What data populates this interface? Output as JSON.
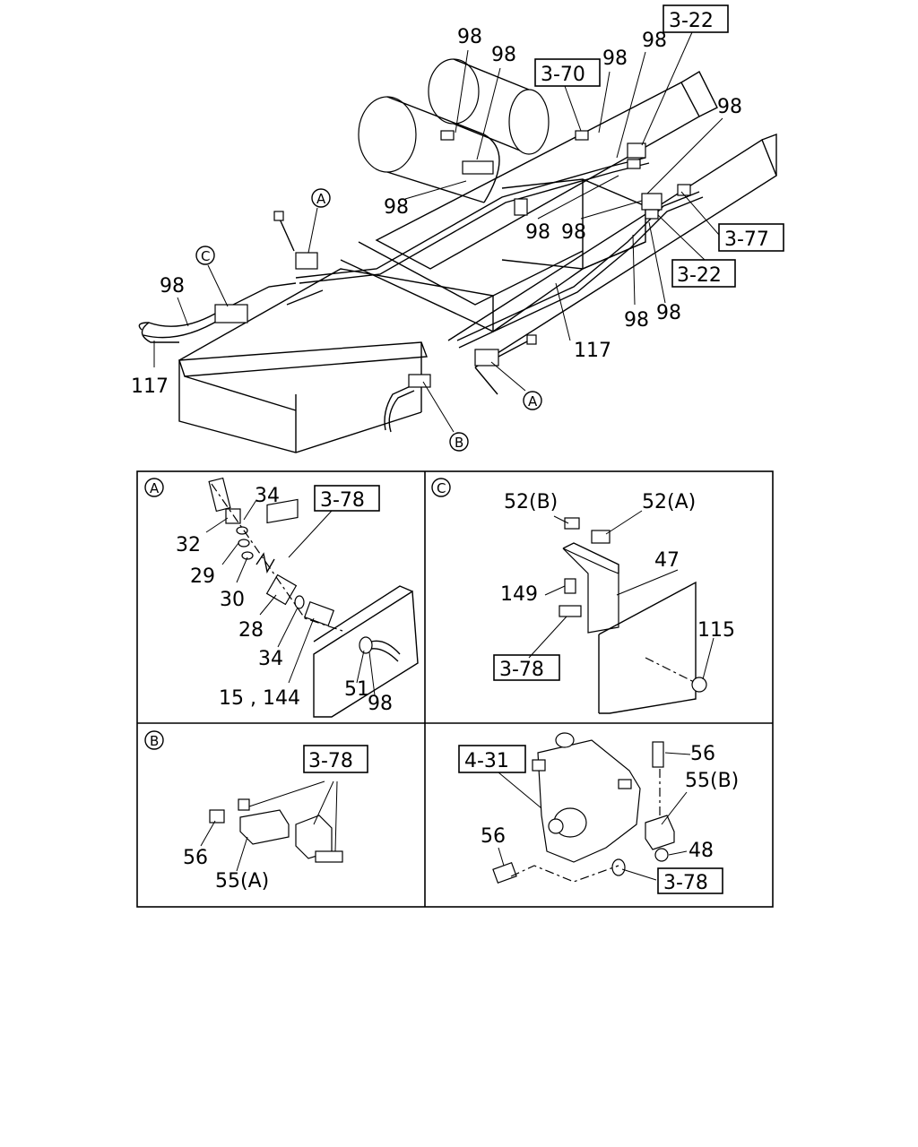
{
  "main_view": {
    "labels": {
      "l98_a": "98",
      "l98_b": "98",
      "l98_c": "98",
      "l98_d": "98",
      "l98_e": "98",
      "l98_f": "98",
      "l98_g": "98",
      "l98_h": "98",
      "l98_i": "98",
      "l98_j": "98",
      "l98_k": "98",
      "l117_a": "117",
      "l117_b": "117"
    },
    "refs": {
      "r322_top": "3-22",
      "r370": "3-70",
      "r377": "3-77",
      "r322_mid": "3-22"
    },
    "callouts": {
      "a1": "A",
      "a2": "A",
      "b1": "B",
      "c1": "C"
    }
  },
  "detail_a": {
    "letter": "A",
    "ref": "3-78",
    "labels": {
      "l34a": "34",
      "l32": "32",
      "l29": "29",
      "l30": "30",
      "l28": "28",
      "l34b": "34",
      "l15": "15 , 144",
      "l51": "51",
      "l98": "98"
    }
  },
  "detail_c": {
    "letter": "C",
    "ref": "3-78",
    "labels": {
      "l52b": "52(B)",
      "l52a": "52(A)",
      "l47": "47",
      "l149": "149",
      "l115": "115"
    }
  },
  "detail_b": {
    "letter": "B",
    "ref": "3-78",
    "labels": {
      "l56": "56",
      "l55a": "55(A)"
    }
  },
  "detail_d": {
    "ref_pump": "4-31",
    "ref_bracket": "3-78",
    "labels": {
      "l56a": "56",
      "l55b": "55(B)",
      "l48": "48",
      "l56b": "56"
    }
  }
}
